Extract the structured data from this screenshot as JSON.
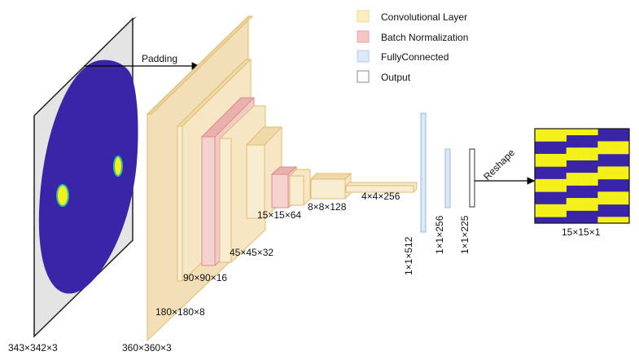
{
  "legend": [
    {
      "label": "Convolutional Layer",
      "color": "#fdeec0"
    },
    {
      "label": "Batch Normalization",
      "color": "#f5c6c6"
    },
    {
      "label": "FullyConnected",
      "color": "#dde9f8"
    },
    {
      "label": "Output",
      "color": "#ffffff"
    }
  ],
  "colors": {
    "conv_fill": "#f6e6c4",
    "conv_stroke": "#dfbd74",
    "bn_fill": "#f3c9c5",
    "bn_stroke": "#d98e8e",
    "fc_fill": "#dce8f8",
    "fc_stroke": "#9db8d9",
    "input_bg": "#e4e4e4",
    "field_dark": "#3a25a8",
    "field_bright": "#f3f01a"
  },
  "labels": {
    "input": "343×342×3",
    "padded": "360×360×3",
    "padding": "Padding",
    "conv1": "180×180×8",
    "conv2": "90×90×16",
    "conv3": "45×45×32",
    "conv4": "15×15×64",
    "conv5": "8×8×128",
    "conv6": "4×4×256",
    "fc1": "1×1×512",
    "fc2": "1×1×256",
    "fc3": "1×1×225",
    "reshape": "Reshape",
    "output": "15×15×1"
  }
}
